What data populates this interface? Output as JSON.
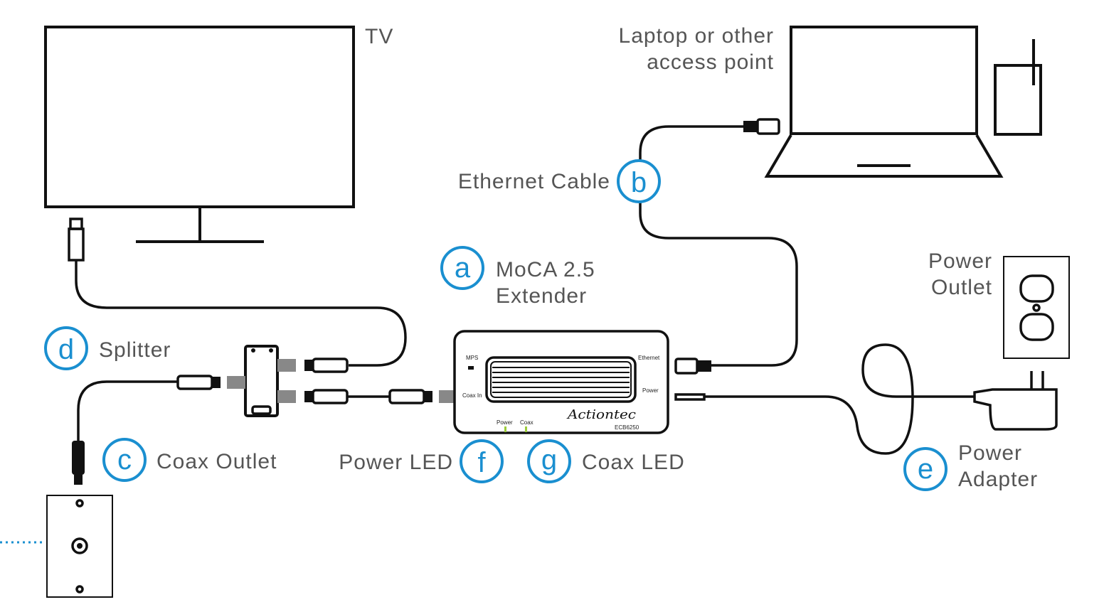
{
  "labels": {
    "tv": "TV",
    "laptop_line1": "Laptop or other",
    "laptop_line2": "access point",
    "ethernet_cable": "Ethernet Cable",
    "extender_line1": "MoCA 2.5",
    "extender_line2": "Extender",
    "splitter": "Splitter",
    "coax_outlet": "Coax Outlet",
    "power_led": "Power LED",
    "coax_led": "Coax LED",
    "power_outlet_line1": "Power",
    "power_outlet_line2": "Outlet",
    "power_adapter_line1": "Power",
    "power_adapter_line2": "Adapter"
  },
  "badges": {
    "a": "a",
    "b": "b",
    "c": "c",
    "d": "d",
    "e": "e",
    "f": "f",
    "g": "g"
  },
  "device": {
    "mps": "MPS",
    "coax_in": "Coax In",
    "ethernet": "Ethernet",
    "power": "Power",
    "led_power": "Power",
    "led_coax": "Coax",
    "brand": "Actiontec",
    "model": "ECB6250"
  },
  "colors": {
    "accent": "#1a8fd0",
    "text": "#555555",
    "led": "#9ccc3c"
  }
}
